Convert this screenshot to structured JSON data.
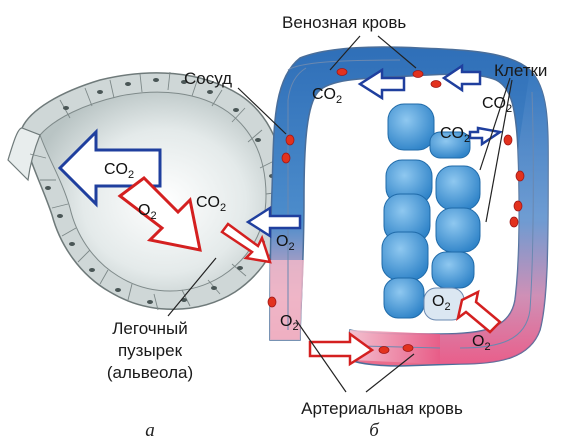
{
  "labels": {
    "venous_blood": "Венозная кровь",
    "vessel": "Сосуд",
    "cells": "Клетки",
    "alveolus_line1": "Легочный",
    "alveolus_line2": "пузырек",
    "alveolus_line3": "(альвеола)",
    "arterial_blood": "Артериальная кровь",
    "panel_a": "а",
    "panel_b": "б"
  },
  "gases": {
    "co2_base": "CO",
    "o2_base": "O",
    "subscript": "2"
  },
  "colors": {
    "venous": "#3d7fc4",
    "arterial": "#e8748f",
    "arrow_co2": "#1f3f9e",
    "arrow_o2": "#d42020",
    "cell": "#4a9ad8",
    "alveolus": "#dde3e3"
  }
}
